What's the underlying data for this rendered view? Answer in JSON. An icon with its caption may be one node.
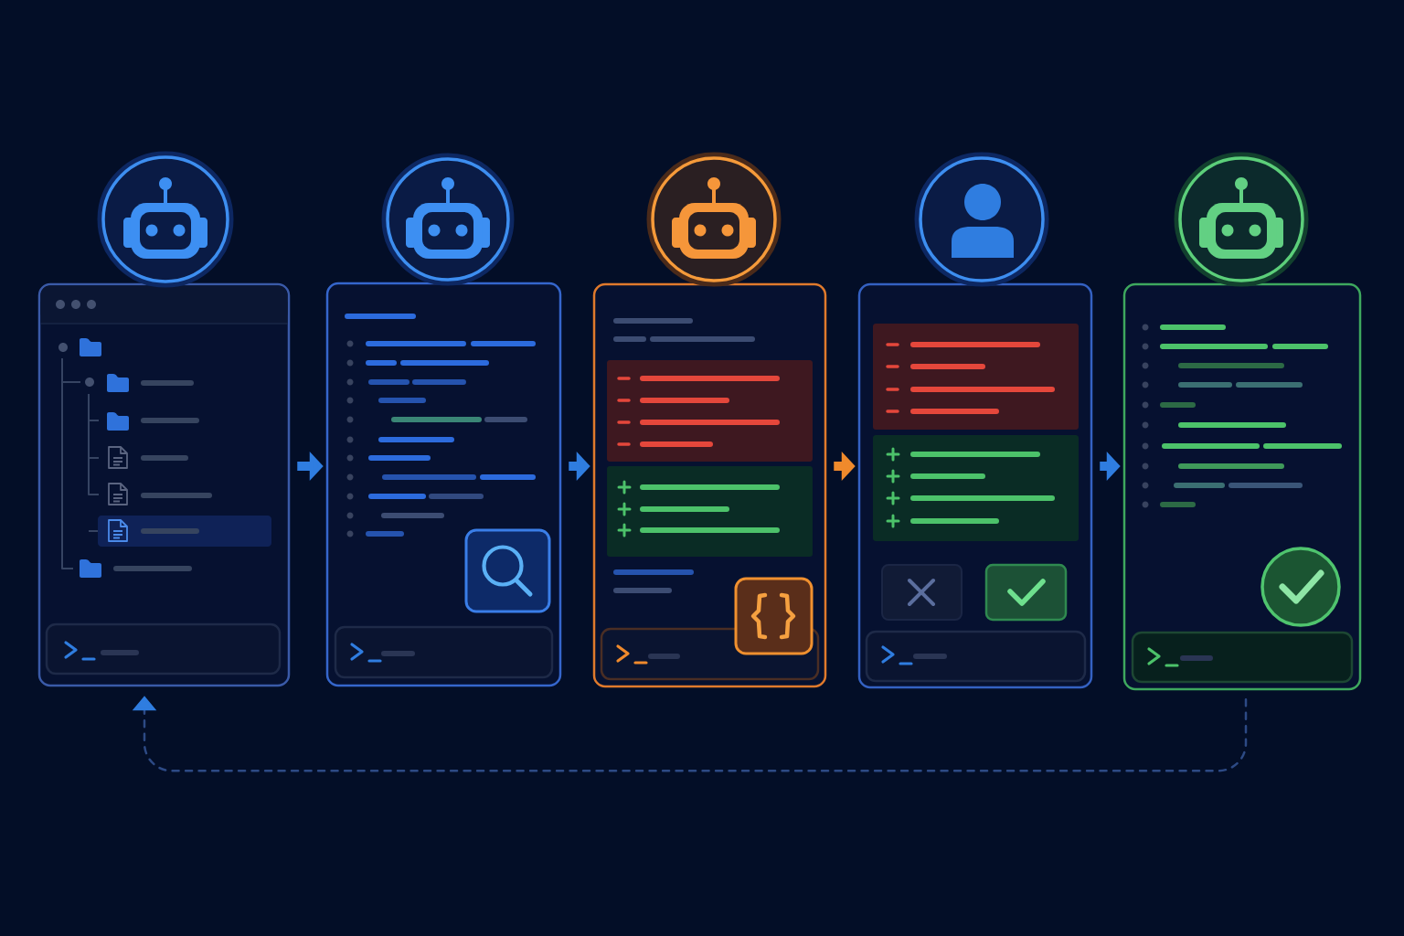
{
  "diagram": {
    "nodes": [
      {
        "text": [],
        "shape": "box"
      },
      {
        "text": [],
        "shape": "box"
      },
      {
        "text": [],
        "shape": "box"
      },
      {
        "text": [],
        "shape": "box"
      },
      {
        "text": [],
        "shape": "box"
      }
    ],
    "edges": [
      {
        "from": 0,
        "to": 1,
        "arrow": "to"
      },
      {
        "from": 1,
        "to": 2,
        "arrow": "to"
      },
      {
        "from": 2,
        "to": 3,
        "arrow": "to",
        "color": "#f08a2c"
      },
      {
        "from": 3,
        "to": 4,
        "arrow": "to"
      },
      {
        "from": 4,
        "to": 0,
        "arrow": "to",
        "style": "dashed",
        "color": "#2d4a85"
      }
    ]
  }
}
